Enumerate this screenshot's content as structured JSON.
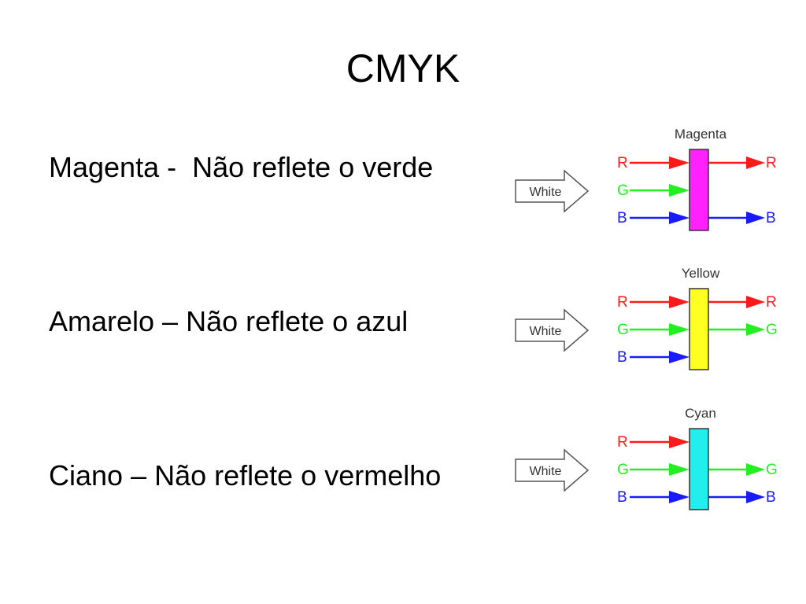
{
  "title": "CMYK",
  "rows": [
    {
      "text": "Magenta -  Não reflete o verde",
      "filter_label": "Magenta",
      "filter_color": "#ff22ff",
      "input_label": "White",
      "inputs": [
        "R",
        "G",
        "B"
      ],
      "outputs": [
        "R",
        "",
        "B"
      ]
    },
    {
      "text": "Amarelo – Não reflete o azul",
      "filter_label": "Yellow",
      "filter_color": "#ffff22",
      "input_label": "White",
      "inputs": [
        "R",
        "G",
        "B"
      ],
      "outputs": [
        "R",
        "G",
        ""
      ]
    },
    {
      "text": "Ciano – Não reflete o vermelho",
      "filter_label": "Cyan",
      "filter_color": "#22eeee",
      "input_label": "White",
      "inputs": [
        "R",
        "G",
        "B"
      ],
      "outputs": [
        "",
        "G",
        "B"
      ]
    }
  ],
  "channel_colors": {
    "R": "#ff1a1a",
    "G": "#22ee22",
    "B": "#1a1aff"
  }
}
